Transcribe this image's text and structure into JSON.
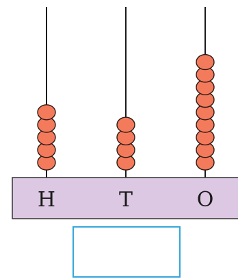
{
  "abacus": {
    "rods": [
      {
        "label": "H",
        "beads": 5
      },
      {
        "label": "T",
        "beads": 4
      },
      {
        "label": "O",
        "beads": 9
      }
    ],
    "answer_box": {
      "value": ""
    },
    "colors": {
      "bead_fill": "#f47a5c",
      "bead_stroke": "#2a1a14",
      "rod": "#1a1a1a",
      "base_fill": "#dcc8e2",
      "base_stroke": "#333333",
      "answer_box_border": "#35a6dc"
    }
  }
}
